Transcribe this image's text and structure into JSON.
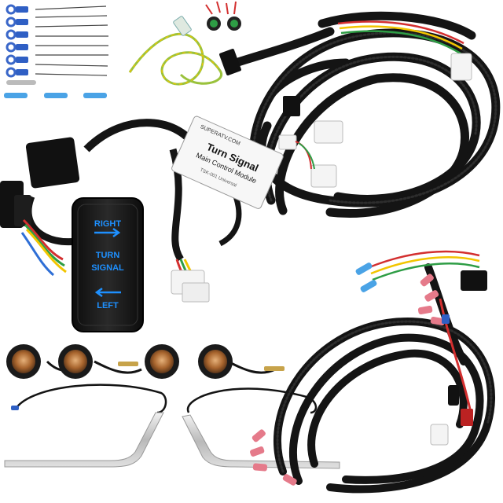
{
  "module": {
    "brand": "SUPERATV.COM",
    "title": "Turn Signal",
    "subtitle": "Main Control Module",
    "part_number": "TSK-001 Universal"
  },
  "switch": {
    "right_label": "RIGHT",
    "turn_label": "TURN",
    "signal_label": "SIGNAL",
    "left_label": "LEFT",
    "glow_color": "#1e90ff"
  },
  "colors": {
    "harness": "#1a1a1a",
    "wire_red": "#d32f2f",
    "wire_yellow": "#f2c500",
    "wire_green": "#2e9d45",
    "wire_blue": "#2f6fd6",
    "connector_white": "#f4f4f4",
    "amber_lens": "#b8743a",
    "chrome": "#c8c8c8"
  }
}
